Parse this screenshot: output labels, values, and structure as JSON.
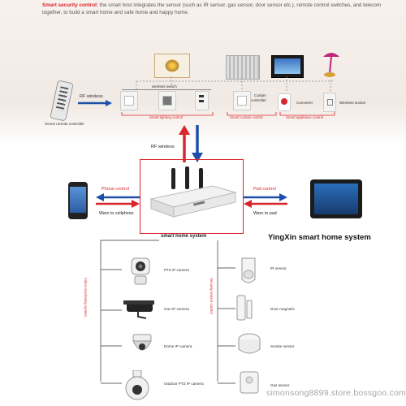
{
  "intro": {
    "title": "Smart security control:",
    "text": " the smart host integrates the sensor (such as IR sensor, gas sensor, door sensor etc.), remote control switches, and telecom together, to build a smart home and safe home and happy home."
  },
  "top_devices": {
    "rf_wireless": "RF wireless",
    "scene_remote": "Scene remote controller",
    "wireless_switch": "wireless switch",
    "curtain_controller_line1": "Curtain",
    "curtain_controller_line2": "controller",
    "converter": "Converter",
    "wireless_socket": "Wireless socket",
    "smart_lighting": "Smart lighting control",
    "smart_curtain": "Smart curtain control",
    "smart_appliance": "Smart appliance control"
  },
  "hub": {
    "rf_wireless": "RF wireless",
    "phone_control": "Phone control",
    "warn_cellphone": "Warn to cellphone",
    "pad_control": "Pad control",
    "warn_pad": "Warn to pad",
    "system_label": "smart home system",
    "brand_title": "YingXin smart home system"
  },
  "cameras": {
    "side_label": "Video monitoring system",
    "items": [
      "PTZ IP camera",
      "Gun IP camera",
      "Dome IP camera",
      "Outdoor PTZ IP camera"
    ]
  },
  "sensors": {
    "side_label": "Security sensor control",
    "items": [
      "IR sensor",
      "Door magnetic",
      "Smoke sensor",
      "Gas sensor"
    ]
  },
  "watermark": "simonsong8899.store.bossgoo.com",
  "colors": {
    "accent_red": "#d9252b",
    "arrow_blue": "#1d4fa8",
    "arrow_red": "#d9252b"
  }
}
